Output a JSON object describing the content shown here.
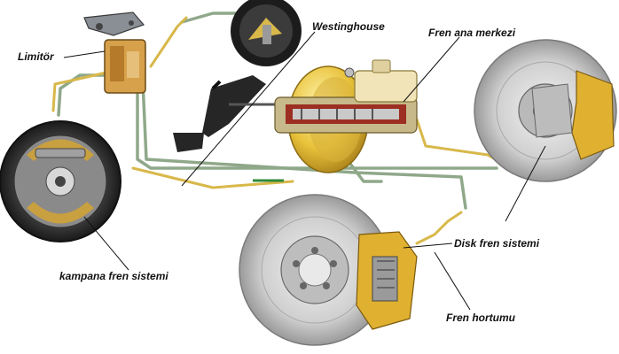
{
  "labels": {
    "limitor": "Limitör",
    "westinghouse": "Westinghouse",
    "fren_ana_merkezi": "Fren ana merkezi",
    "kampana_fren_sistemi": "kampana fren sistemi",
    "disk_fren_sistemi": "Disk fren sistemi",
    "fren_hortumu": "Fren hortumu"
  },
  "colors": {
    "pipe_green": "#8fa88a",
    "pipe_gold": "#d8b84a",
    "booster_yellow": "#e8c23a",
    "disc_grey": "#c9c9c9",
    "pedal_black": "#262626"
  }
}
